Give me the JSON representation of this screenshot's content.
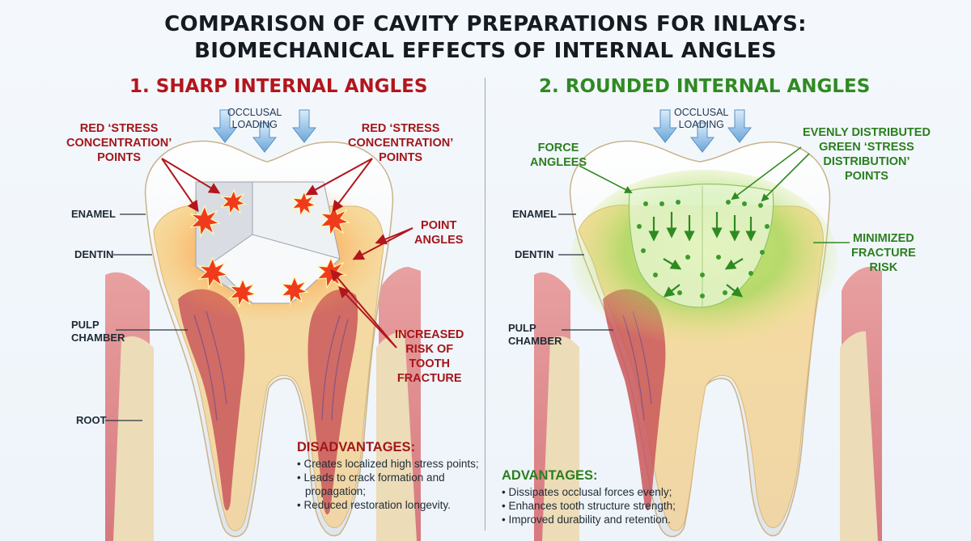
{
  "title": {
    "line1": "COMPARISON OF CAVITY PREPARATIONS FOR INLAYS:",
    "line2": "BIOMECHANICAL EFFECTS OF INTERNAL ANGLES"
  },
  "left_panel": {
    "heading": "1. SHARP INTERNAL ANGLES",
    "occlusal_line1": "OCCLUSAL",
    "occlusal_line2": "LOADING",
    "stress_left": [
      "RED ‘STRESS",
      "CONCENTRATION’",
      "POINTS"
    ],
    "stress_right": [
      "RED ‘STRESS",
      "CONCENTRATION’",
      "POINTS"
    ],
    "point_angles": [
      "POINT",
      "ANGLES"
    ],
    "fracture_risk": [
      "INCREASED",
      "RISK OF",
      "TOOTH",
      "FRACTURE"
    ],
    "enamel": "ENAMEL",
    "dentin": "DENTIN",
    "pulp": [
      "PULP",
      "CHAMBER"
    ],
    "root": "ROOT",
    "box": {
      "heading": "DISADVANTAGES:",
      "items": [
        "Creates localized high stress points;",
        "Leads to crack formation and propagation;",
        "Reduced restoration longevity."
      ]
    }
  },
  "right_panel": {
    "heading": "2. ROUNDED INTERNAL ANGLES",
    "occlusal_line1": "OCCLUSAL",
    "occlusal_line2": "LOADING",
    "force_angles": [
      "FORCE",
      "ANGLEES"
    ],
    "evenly": [
      "EVENLY DISTRIBUTED",
      "GREEN ‘STRESS",
      "DISTRIBUTION’",
      "POINTS"
    ],
    "minimized": [
      "MINIMIZED",
      "FRACTURE",
      "RISK"
    ],
    "enamel": "ENAMEL",
    "dentin": "DENTIN",
    "pulp": [
      "PULP",
      "CHAMBER"
    ],
    "box": {
      "heading": "ADVANTAGES:",
      "items": [
        "Dissipates occlusal forces evenly;",
        "Enhances tooth structure strength;",
        "Improved durability and retention."
      ]
    }
  },
  "colors": {
    "red": "#b3161c",
    "green": "#2f8a22",
    "load_arrow": "#7fb2dd"
  }
}
